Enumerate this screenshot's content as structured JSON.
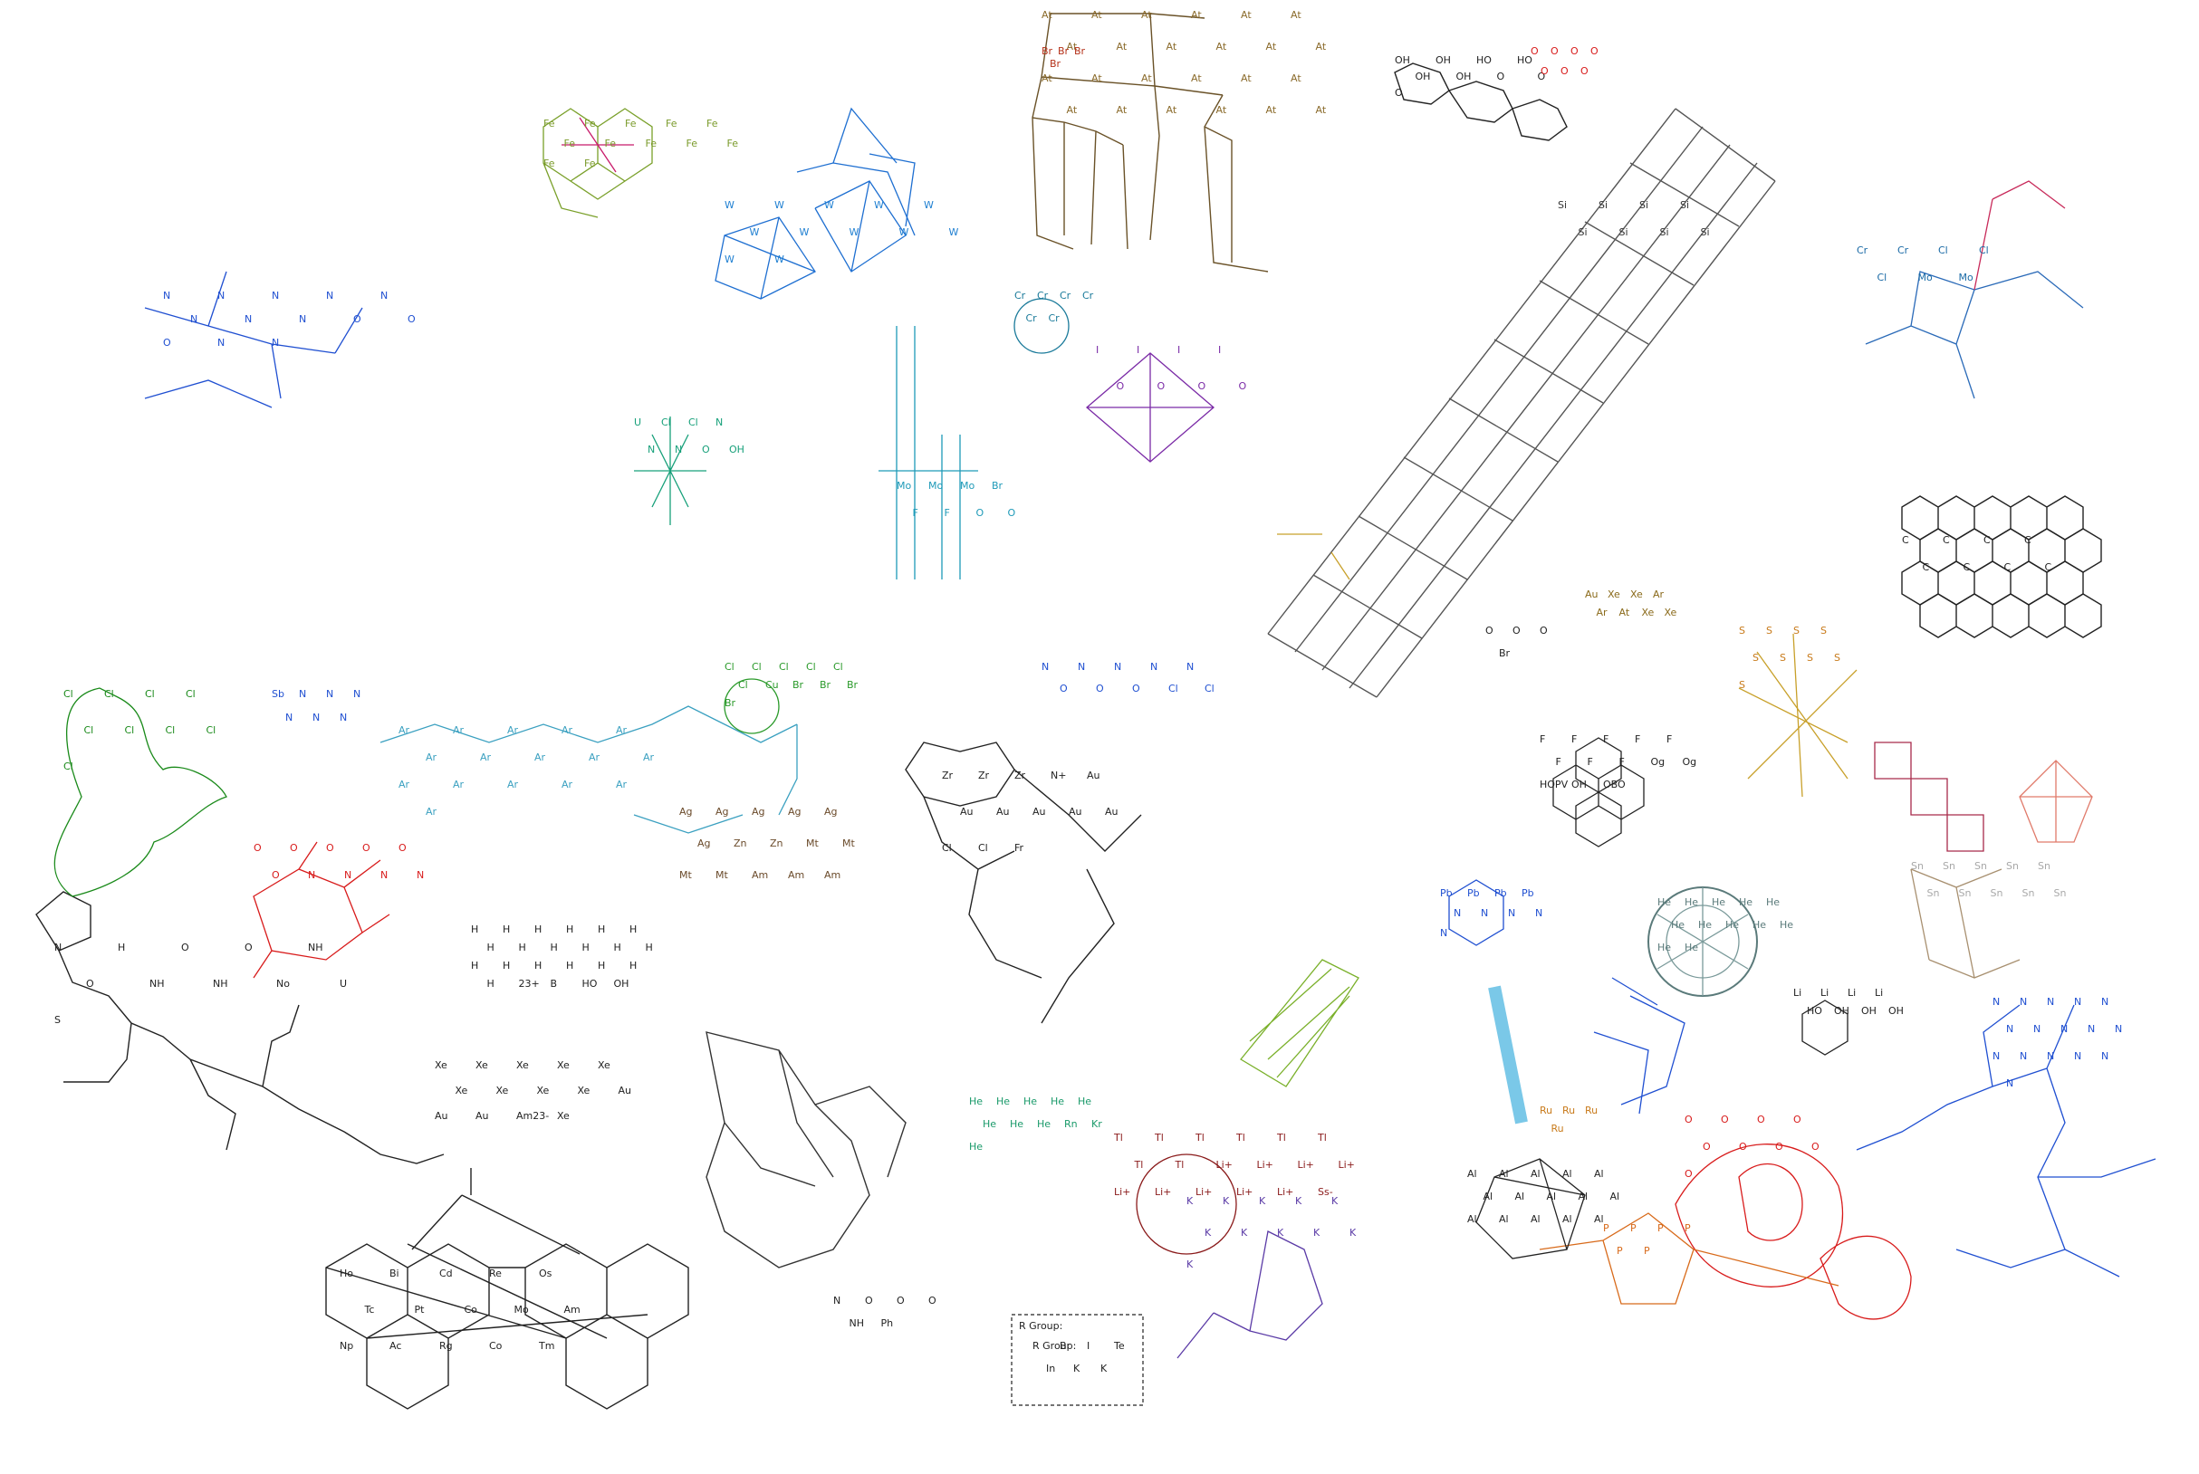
{
  "molecules": [
    {
      "id": "perfluoro-ring-cluster",
      "color": "#7a9a2a",
      "labels": [
        "Fe",
        "Fe",
        "Fe",
        "Fe",
        "Fe",
        "Fe",
        "Fe",
        "Fe",
        "Fe",
        "Fe",
        "Fe",
        "Fe"
      ]
    },
    {
      "id": "tetrazide-xanthine",
      "color": "#1f4fd1",
      "labels": [
        "N",
        "N",
        "N",
        "N",
        "N",
        "N",
        "N",
        "N",
        "O",
        "O",
        "O",
        "N",
        "N"
      ]
    },
    {
      "id": "astatine-cage",
      "color": "#8a6a2a",
      "labels": [
        "At",
        "At",
        "At",
        "At",
        "At",
        "At",
        "At",
        "At",
        "At",
        "At",
        "At",
        "At",
        "At",
        "At",
        "At",
        "At",
        "At",
        "At",
        "At",
        "At",
        "At",
        "At",
        "At",
        "At"
      ]
    },
    {
      "id": "bromine-fragment",
      "color": "#b5321a",
      "labels": [
        "Br",
        "Br",
        "Br",
        "Br"
      ]
    },
    {
      "id": "sugar-chain",
      "color": "#222222",
      "labels": [
        "OH",
        "OH",
        "HO",
        "HO",
        "OH",
        "OH",
        "O",
        "O",
        "O"
      ]
    },
    {
      "id": "ozone-cluster",
      "color": "#d81b1b",
      "labels": [
        "O",
        "O",
        "O",
        "O",
        "O",
        "O",
        "O"
      ]
    },
    {
      "id": "ladder-polymer",
      "color": "#333333",
      "labels": [
        "Si",
        "Si",
        "Si",
        "Si",
        "Si",
        "Si",
        "Si",
        "Si"
      ]
    },
    {
      "id": "tungsten-cluster",
      "color": "#1e7fd1",
      "labels": [
        "W",
        "W",
        "W",
        "W",
        "W",
        "W",
        "W",
        "W",
        "W",
        "W",
        "W",
        "W"
      ]
    },
    {
      "id": "mo-chain",
      "color": "#1e9ab8",
      "labels": [
        "Mo",
        "Mo",
        "Mo",
        "Br",
        "F",
        "F",
        "O",
        "O"
      ]
    },
    {
      "id": "iodine-square",
      "color": "#7a2aa6",
      "labels": [
        "I",
        "I",
        "I",
        "I",
        "O",
        "O",
        "O",
        "O"
      ]
    },
    {
      "id": "uranium-center",
      "color": "#17a07a",
      "labels": [
        "U",
        "Cl",
        "Cl",
        "N",
        "N",
        "N",
        "O",
        "OH"
      ]
    },
    {
      "id": "graphene-sheet",
      "color": "#222222",
      "labels": [
        "C",
        "C",
        "C",
        "C",
        "C",
        "C",
        "C",
        "C"
      ]
    },
    {
      "id": "triazinane-azide",
      "color": "#1f4fd1",
      "labels": [
        "N",
        "N",
        "N",
        "N",
        "N",
        "O",
        "O",
        "O",
        "Cl",
        "Cl"
      ]
    },
    {
      "id": "chloride-strand",
      "color": "#1a8a1a",
      "labels": [
        "Cl",
        "Cl",
        "Cl",
        "Cl",
        "Cl",
        "Cl",
        "Cl",
        "Cl",
        "Cl"
      ]
    },
    {
      "id": "sb-azide",
      "color": "#1f4fd1",
      "labels": [
        "Sb",
        "N",
        "N",
        "N",
        "N",
        "N",
        "N"
      ]
    },
    {
      "id": "argon-chain",
      "color": "#3aa0c0",
      "labels": [
        "Ar",
        "Ar",
        "Ar",
        "Ar",
        "Ar",
        "Ar",
        "Ar",
        "Ar",
        "Ar",
        "Ar",
        "Ar",
        "Ar",
        "Ar",
        "Ar",
        "Ar",
        "Ar"
      ]
    },
    {
      "id": "nitro-clusters",
      "color": "#d81b1b",
      "labels": [
        "O",
        "O",
        "O",
        "O",
        "O",
        "O",
        "N",
        "N",
        "N",
        "N"
      ]
    },
    {
      "id": "silver-core",
      "color": "#6a4a2a",
      "labels": [
        "Ag",
        "Ag",
        "Ag",
        "Ag",
        "Ag",
        "Ag",
        "Zn",
        "Zn",
        "Mt",
        "Mt",
        "Mt",
        "Mt",
        "Am",
        "Am",
        "Am"
      ]
    },
    {
      "id": "cu-chloride-core",
      "color": "#2a9a2a",
      "labels": [
        "Cl",
        "Cl",
        "Cl",
        "Cl",
        "Cl",
        "Cl",
        "Cu",
        "Br",
        "Br",
        "Br",
        "Br"
      ]
    },
    {
      "id": "alkyl-chain",
      "color": "#222222",
      "labels": [
        "H",
        "H",
        "H",
        "H",
        "H",
        "H",
        "H",
        "H",
        "H",
        "H",
        "H",
        "H",
        "H",
        "H",
        "H",
        "H",
        "H",
        "H",
        "H",
        "23+",
        "B",
        "HO",
        "OH"
      ]
    },
    {
      "id": "prolyl-peptide",
      "color": "#222222",
      "labels": [
        "N",
        "H",
        "O",
        "O",
        "NH",
        "O",
        "NH",
        "NH",
        "No",
        "U",
        "S"
      ]
    },
    {
      "id": "xe-network",
      "color": "#222222",
      "labels": [
        "Xe",
        "Xe",
        "Xe",
        "Xe",
        "Xe",
        "Xe",
        "Xe",
        "Xe",
        "Xe",
        "Au",
        "Au",
        "Au",
        "Am23-",
        "Xe"
      ]
    },
    {
      "id": "metal-hex-block",
      "color": "#222222",
      "labels": [
        "Ho",
        "Bi",
        "Cd",
        "Re",
        "Os",
        "Tc",
        "Pt",
        "Co",
        "Mo",
        "Am",
        "Np",
        "Ac",
        "Rg",
        "Co",
        "Tm"
      ]
    },
    {
      "id": "adamantane-block",
      "color": "#222222",
      "labels": [
        "Zr",
        "Zr",
        "Zr",
        "N+",
        "Au",
        "Au",
        "Au",
        "Au",
        "Au",
        "Au",
        "Cl",
        "Cl",
        "Fr"
      ]
    },
    {
      "id": "he-cluster",
      "color": "#1a9a6a",
      "labels": [
        "He",
        "He",
        "He",
        "He",
        "He",
        "He",
        "He",
        "He",
        "Rn",
        "Kr",
        "He"
      ]
    },
    {
      "id": "tl-macrocycle",
      "color": "#8a1a1a",
      "labels": [
        "Tl",
        "Tl",
        "Tl",
        "Tl",
        "Tl",
        "Tl",
        "Tl",
        "Tl",
        "Li+",
        "Li+",
        "Li+",
        "Li+",
        "Li+",
        "Li+",
        "Li+",
        "Li+",
        "Li+",
        "Ss-"
      ]
    },
    {
      "id": "rgroup-fragment",
      "color": "#222222",
      "labels": [
        "R Group:",
        "Br",
        "I",
        "Te",
        "In",
        "K",
        "K"
      ]
    },
    {
      "id": "pyrrolidine-nitro",
      "color": "#222222",
      "labels": [
        "N",
        "O",
        "O",
        "O",
        "NH",
        "Ph"
      ]
    },
    {
      "id": "k-chain",
      "color": "#5a3aa6",
      "labels": [
        "K",
        "K",
        "K",
        "K",
        "K",
        "K",
        "K",
        "K",
        "K",
        "K",
        "K"
      ]
    },
    {
      "id": "al-cluster",
      "color": "#222222",
      "labels": [
        "Al",
        "Al",
        "Al",
        "Al",
        "Al",
        "Al",
        "Al",
        "Al",
        "Al",
        "Al",
        "Al",
        "Al",
        "Al",
        "Al",
        "Al"
      ]
    },
    {
      "id": "cr-cluster",
      "color": "#1a7a9a",
      "labels": [
        "Cr",
        "Cr",
        "Cr",
        "Cr",
        "Cr",
        "Cr"
      ]
    },
    {
      "id": "ru-cluster",
      "color": "#c87a1a",
      "labels": [
        "Ru",
        "Ru",
        "Ru",
        "Ru"
      ]
    },
    {
      "id": "tin-ladder",
      "color": "#a8a8a8",
      "labels": [
        "Sn",
        "Sn",
        "Sn",
        "Sn",
        "Sn",
        "Sn",
        "Sn",
        "Sn",
        "Sn",
        "Sn"
      ]
    },
    {
      "id": "phosphine-tree",
      "color": "#1f4fd1",
      "labels": [
        "N",
        "N",
        "N",
        "N",
        "N",
        "N",
        "N",
        "N",
        "N",
        "N",
        "N",
        "N",
        "N",
        "N",
        "N",
        "N"
      ]
    },
    {
      "id": "orange-phosphorus-ring",
      "color": "#d86a1a",
      "labels": [
        "P",
        "P",
        "P",
        "P",
        "P",
        "P"
      ]
    },
    {
      "id": "red-loops",
      "color": "#d81b1b",
      "labels": [
        "O",
        "O",
        "O",
        "O",
        "O",
        "O",
        "O",
        "O",
        "O"
      ]
    },
    {
      "id": "chromium-square",
      "color": "#1a6aa6",
      "labels": [
        "Cr",
        "Cr",
        "Cl",
        "Cl",
        "Cl",
        "Mo",
        "Mo"
      ]
    },
    {
      "id": "top-hat-molecule",
      "color": "#222222",
      "labels": [
        "O",
        "O",
        "O",
        "Br"
      ]
    },
    {
      "id": "fluoro-tower",
      "color": "#222222",
      "labels": [
        "F",
        "F",
        "F",
        "F",
        "F",
        "F",
        "F",
        "F",
        "Og",
        "Og",
        "HOPV",
        "OH",
        "OBO"
      ]
    },
    {
      "id": "au-cross",
      "color": "#8a6a1a",
      "labels": [
        "Au",
        "Xe",
        "Xe",
        "Ar",
        "Ar",
        "At",
        "Xe",
        "Xe"
      ]
    },
    {
      "id": "he-buckyball",
      "color": "#5a7a7a",
      "labels": [
        "He",
        "He",
        "He",
        "He",
        "He",
        "He",
        "He",
        "He",
        "He",
        "He",
        "He",
        "He"
      ]
    },
    {
      "id": "lithium-benzene",
      "color": "#222222",
      "labels": [
        "Li",
        "Li",
        "Li",
        "Li",
        "HO",
        "OH",
        "OH",
        "OH"
      ]
    },
    {
      "id": "zr-alkyne",
      "color": "#c87a1a",
      "labels": [
        "S",
        "S",
        "S",
        "S",
        "S",
        "S",
        "S",
        "S",
        "S"
      ]
    },
    {
      "id": "pb-ring",
      "color": "#1f4fd1",
      "labels": [
        "Pb",
        "Pb",
        "Pb",
        "Pb",
        "N",
        "N",
        "N",
        "N",
        "N"
      ]
    }
  ],
  "annotations": {
    "rgroup_title": "R Group:"
  }
}
